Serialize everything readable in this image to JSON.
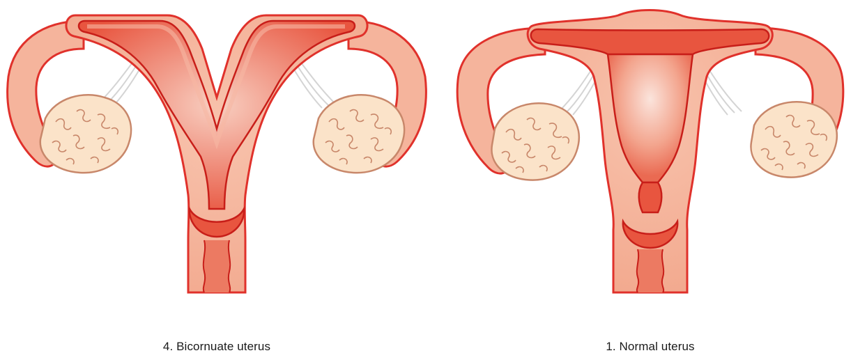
{
  "colors": {
    "outline": "#e0312b",
    "tissue": "#f5b49c",
    "tissue_light": "#f9cdb8",
    "cavity": "#e8553f",
    "cavity_glow": "#f7c9bb",
    "ovary": "#fbe3c9",
    "ovary_line": "#c8876a",
    "ligament": "#d9d9d9"
  },
  "figures": [
    {
      "id": "bicornuate",
      "caption": "4. Bicornuate uterus"
    },
    {
      "id": "normal",
      "caption": "1. Normal uterus"
    }
  ]
}
